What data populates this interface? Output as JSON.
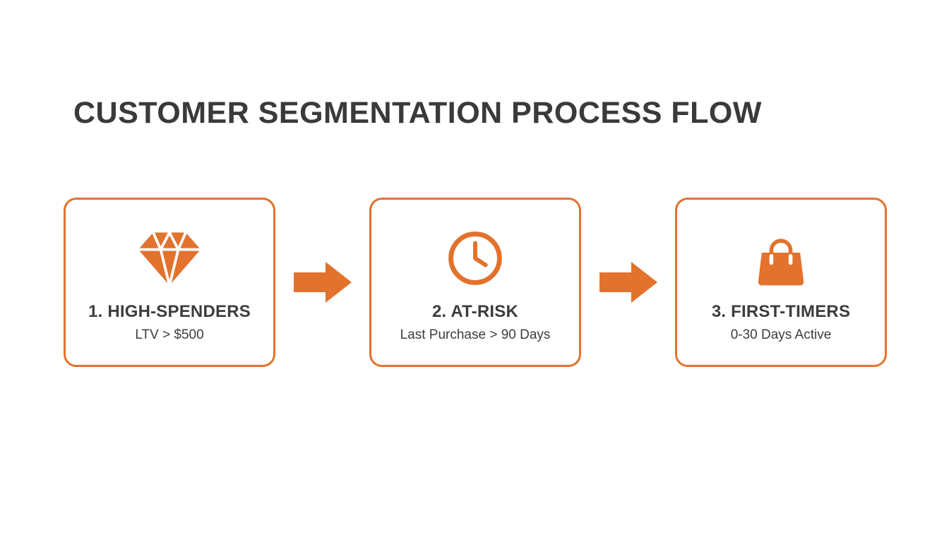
{
  "title": "CUSTOMER SEGMENTATION PROCESS FLOW",
  "colors": {
    "accent": "#E2722C",
    "title": "#3A3A3A",
    "text": "#3D3D3D"
  },
  "steps": [
    {
      "icon": "diamond-icon",
      "title": "1. HIGH-SPENDERS",
      "subtitle": "LTV > $500"
    },
    {
      "icon": "clock-icon",
      "title": "2. AT-RISK",
      "subtitle": "Last Purchase > 90 Days"
    },
    {
      "icon": "shopping-bag-icon",
      "title": "3. FIRST-TIMERS",
      "subtitle": "0-30 Days Active"
    }
  ]
}
